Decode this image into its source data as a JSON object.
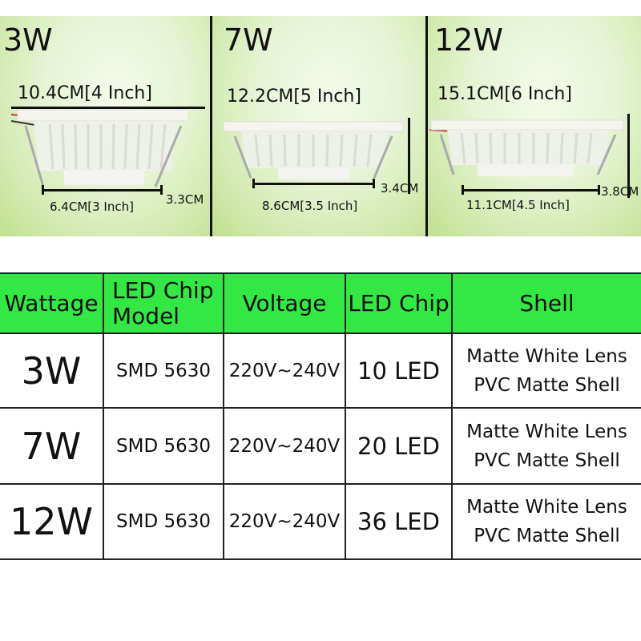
{
  "panels": [
    {
      "watt": "3W",
      "top_dim": "10.4CM[4 Inch]",
      "bottom_dim": "6.4CM[3 Inch]",
      "height_dim": "3.3CM"
    },
    {
      "watt": "7W",
      "top_dim": "12.2CM[5 Inch]",
      "bottom_dim": "8.6CM[3.5 Inch]",
      "height_dim": "3.4CM"
    },
    {
      "watt": "12W",
      "top_dim": "15.1CM[6 Inch]",
      "bottom_dim": "11.1CM[4.5 Inch]",
      "height_dim": "3.8CM"
    }
  ],
  "table": {
    "headers": [
      "Wattage",
      "LED Chip Model",
      "Voltage",
      "LED Chip",
      "Shell"
    ],
    "header_chip_model_line1": "LED Chip",
    "header_chip_model_line2": "Model",
    "rows": [
      {
        "wattage": "3W",
        "chip_model": "SMD 5630",
        "voltage": "220V~240V",
        "led_chip": "10 LED",
        "shell_line1": "Matte White Lens",
        "shell_line2": "PVC Matte Shell"
      },
      {
        "wattage": "7W",
        "chip_model": "SMD 5630",
        "voltage": "220V~240V",
        "led_chip": "20 LED",
        "shell_line1": "Matte White Lens",
        "shell_line2": "PVC Matte Shell"
      },
      {
        "wattage": "12W",
        "chip_model": "SMD 5630",
        "voltage": "220V~240V",
        "led_chip": "36 LED",
        "shell_line1": "Matte White Lens",
        "shell_line2": "PVC Matte Shell"
      }
    ]
  },
  "colors": {
    "header_bg": "#33e845",
    "photo_bg": "#d9eec0",
    "line": "#111111"
  }
}
